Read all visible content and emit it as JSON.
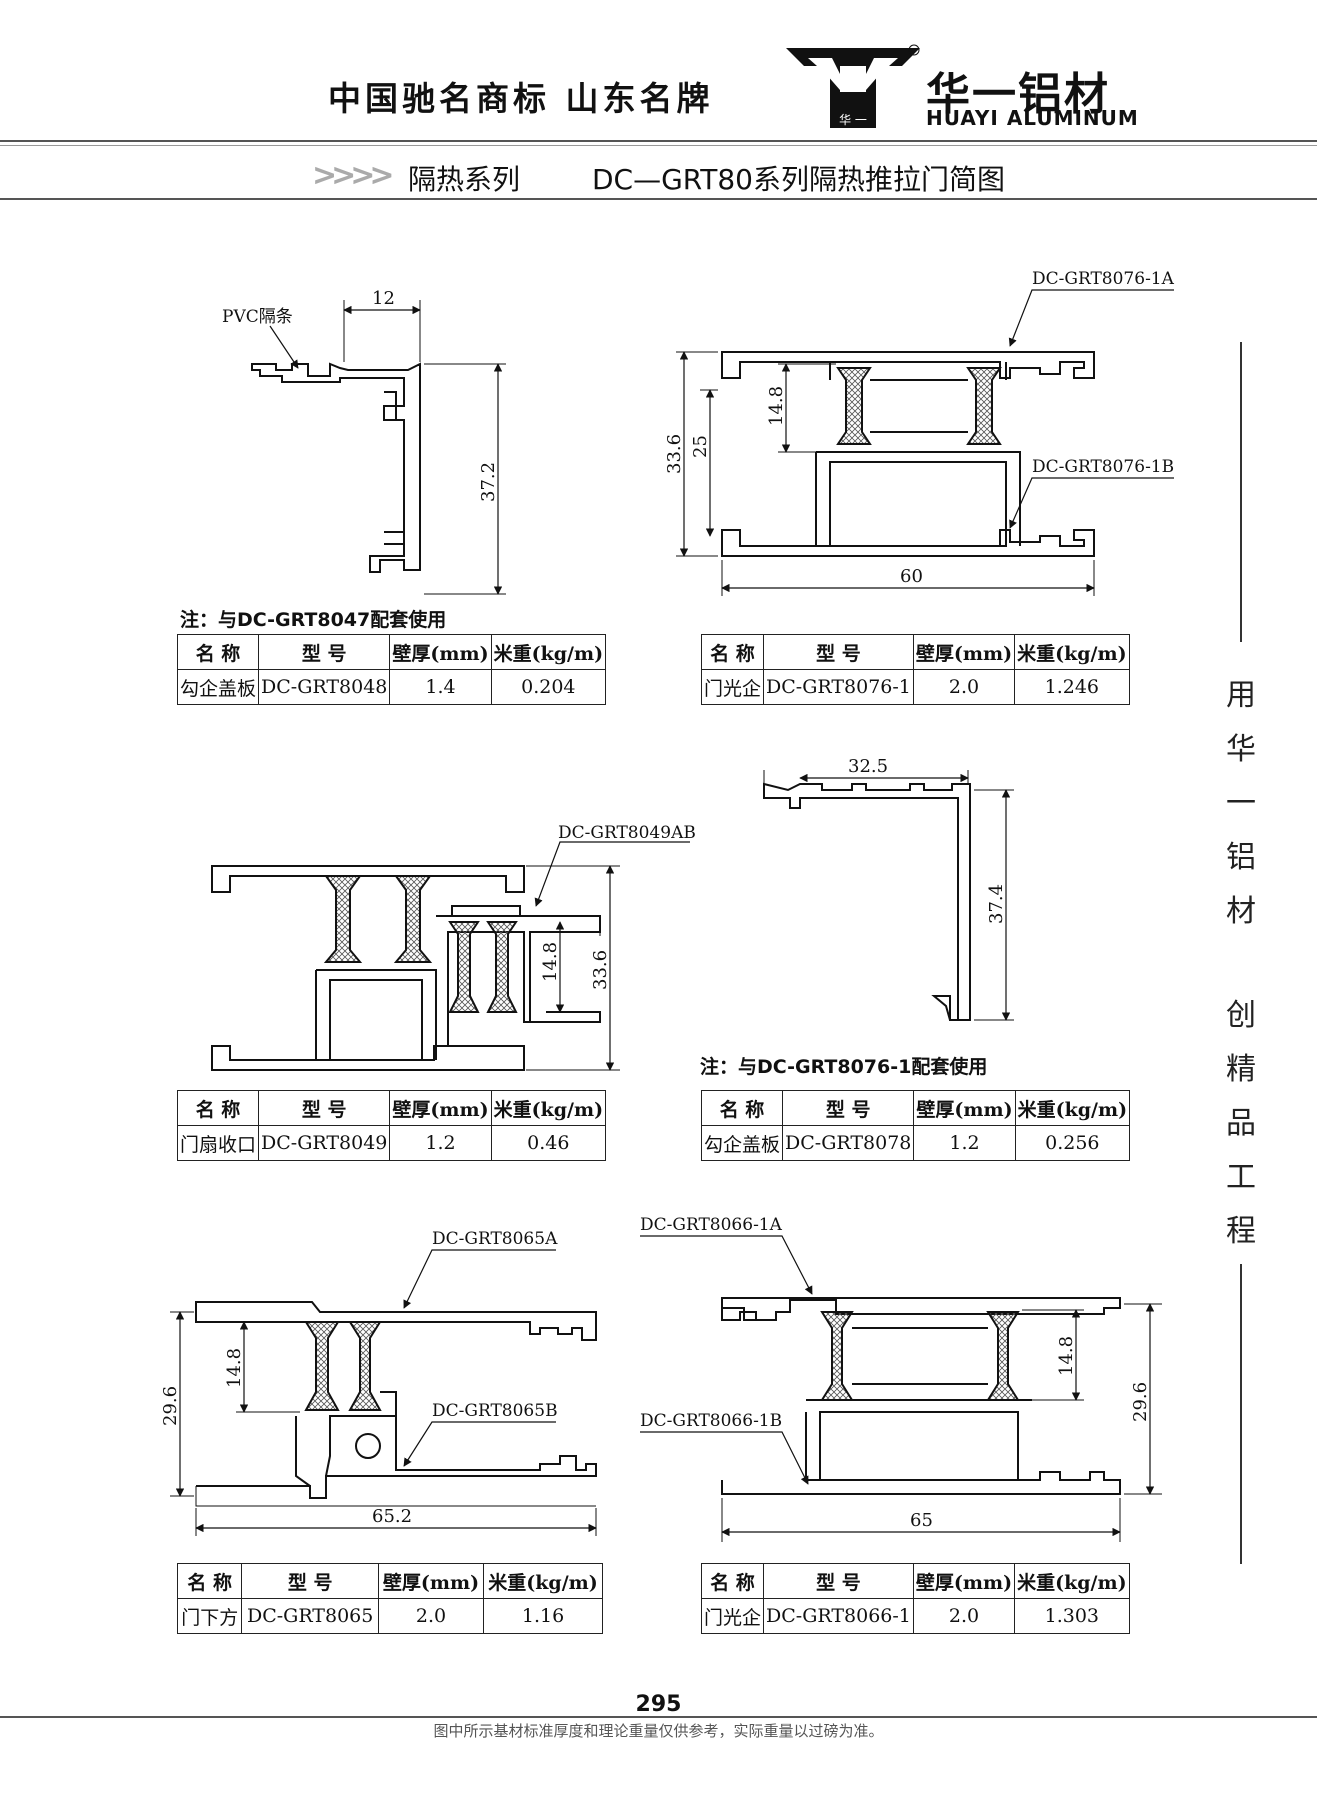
{
  "header": {
    "slogan": "中国驰名商标  山东名牌",
    "logo_cn": "华一铝材",
    "logo_en": "HUAYI ALUMINUM",
    "logo_seal_text": "华 一",
    "series": "隔热系列",
    "series_title": "DC—GRT80系列隔热推拉门简图"
  },
  "side_slogan": [
    "用",
    "华",
    "一",
    "铝",
    "材",
    "创",
    "精",
    "品",
    "工",
    "程"
  ],
  "table_headers": [
    "名 称",
    "型 号",
    "壁厚(mm)",
    "米重(kg/m)"
  ],
  "sections": [
    {
      "dims": [
        "12",
        "37.2"
      ],
      "labels": [
        "PVC隔条"
      ],
      "note": "注：与DC-GRT8047配套使用",
      "row": [
        "勾企盖板",
        "DC-GRT8048",
        "1.4",
        "0.204"
      ]
    },
    {
      "dims": [
        "33.6",
        "25",
        "14.8",
        "60"
      ],
      "labels": [
        "DC-GRT8076-1A",
        "DC-GRT8076-1B"
      ],
      "row": [
        "门光企",
        "DC-GRT8076-1",
        "2.0",
        "1.246"
      ]
    },
    {
      "dims": [
        "14.8",
        "33.6"
      ],
      "labels": [
        "DC-GRT8049AB"
      ],
      "row": [
        "门扇收口",
        "DC-GRT8049",
        "1.2",
        "0.46"
      ]
    },
    {
      "dims": [
        "32.5",
        "37.4"
      ],
      "labels": [],
      "note": "注：与DC-GRT8076-1配套使用",
      "row": [
        "勾企盖板",
        "DC-GRT8078",
        "1.2",
        "0.256"
      ]
    },
    {
      "dims": [
        "29.6",
        "14.8",
        "65.2"
      ],
      "labels": [
        "DC-GRT8065A",
        "DC-GRT8065B"
      ],
      "row": [
        "门下方",
        "DC-GRT8065",
        "2.0",
        "1.16"
      ]
    },
    {
      "dims": [
        "14.8",
        "29.6",
        "65"
      ],
      "labels": [
        "DC-GRT8066-1A",
        "DC-GRT8066-1B"
      ],
      "row": [
        "门光企",
        "DC-GRT8066-1",
        "2.0",
        "1.303"
      ]
    }
  ],
  "footer": {
    "page": "295",
    "note": "图中所示基材标准厚度和理论重量仅供参考，实际重量以过磅为准。"
  }
}
